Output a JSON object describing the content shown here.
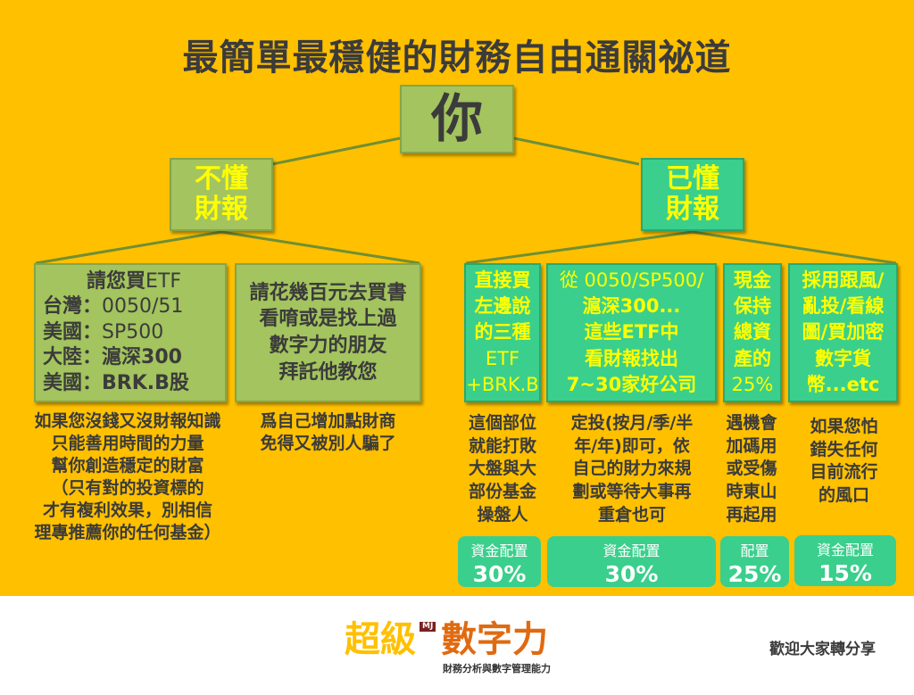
{
  "title": "最簡單最穩健的財務自由通關祕道",
  "root": "你",
  "branches": {
    "left": {
      "line1": "不懂",
      "line2": "財報"
    },
    "right": {
      "line1": "已懂",
      "line2": "財報"
    }
  },
  "left_boxes": {
    "etf": {
      "heading": "請您買",
      "heading_suffix": "ETF",
      "rows": [
        {
          "label": "台灣：",
          "value": "0050/51"
        },
        {
          "label": "美國：",
          "value": "SP500"
        },
        {
          "label": "大陸：",
          "value": "滬深300"
        },
        {
          "label": "美國：",
          "value": "BRK.B股"
        }
      ]
    },
    "books": {
      "lines": [
        "請花幾百元去買書",
        "看唷或是找上過",
        "數字力的朋友",
        "拜託他教您"
      ]
    }
  },
  "left_desc": {
    "etf": [
      "如果您沒錢又沒財報知識",
      "只能善用時間的力量",
      "幫你創造穩定的財富",
      "（只有對的投資標的",
      "才有複利效果，別相信",
      "理專推薦你的任何基金）"
    ],
    "books": [
      "爲自己增加點財商",
      "免得又被別人騙了"
    ]
  },
  "right_boxes": [
    {
      "lines": [
        "直接買",
        "左邊說",
        "的三種",
        "ETF",
        "+BRK.B"
      ]
    },
    {
      "lines": [
        "從 0050/SP500/",
        "滬深300...",
        "這些ETF中",
        "看財報找出",
        "7~30家好公司"
      ]
    },
    {
      "lines": [
        "現金",
        "保持",
        "總資",
        "產的",
        "25%"
      ]
    },
    {
      "lines": [
        "採用跟風/",
        "亂投/看線",
        "圖/買加密",
        "數字貨",
        "幣...etc"
      ]
    }
  ],
  "right_desc": [
    [
      "這個部位",
      "就能打敗",
      "大盤與大",
      "部份基金",
      "操盤人"
    ],
    [
      "定投(按月/季/半",
      "年/年)即可，依",
      "自己的財力來規",
      "劃或等待大事再",
      "重倉也可"
    ],
    [
      "遇機會",
      "加碼用",
      "或受傷",
      "時東山",
      "再起用"
    ],
    [
      "如果您怕",
      "錯失任何",
      "目前流行",
      "的風口"
    ]
  ],
  "allocations": [
    {
      "label": "資金配置",
      "value": "30%"
    },
    {
      "label": "資金配置",
      "value": "30%"
    },
    {
      "label": "配置",
      "value": "25%"
    },
    {
      "label": "資金配置",
      "value": "15%"
    }
  ],
  "footer": {
    "logo_part1": "超級",
    "logo_badge": "MJ",
    "logo_part2": "數字力",
    "logo_subtitle": "財務分析與數字管理能力",
    "share": "歡迎大家轉分享"
  },
  "colors": {
    "background": "#FFC000",
    "olive": "#A3C45E",
    "teal": "#3ACF8C",
    "highlight": "#FFFF00"
  }
}
